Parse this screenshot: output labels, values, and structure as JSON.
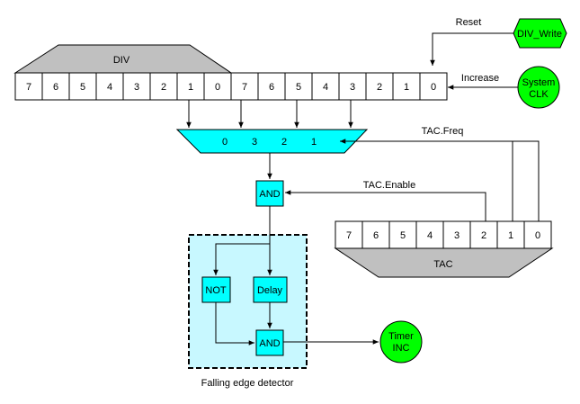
{
  "colors": {
    "cyan": "#00FFFF",
    "green": "#00FF00",
    "gray": "#C0C0C0",
    "detector_bg": "#C8F8FF"
  },
  "div_register": {
    "label": "DIV",
    "bits": [
      "7",
      "6",
      "5",
      "4",
      "3",
      "2",
      "1",
      "0",
      "7",
      "6",
      "5",
      "4",
      "3",
      "2",
      "1",
      "0"
    ]
  },
  "tac_register": {
    "label": "TAC",
    "bits": [
      "7",
      "6",
      "5",
      "4",
      "3",
      "2",
      "1",
      "0"
    ]
  },
  "mux": {
    "inputs": [
      "0",
      "3",
      "2",
      "1"
    ]
  },
  "signals": {
    "reset": "Reset",
    "increase": "Increase",
    "tac_freq": "TAC.Freq",
    "tac_enable": "TAC.Enable"
  },
  "nodes": {
    "div_write": "DIV_Write",
    "system_clk_line1": "System",
    "system_clk_line2": "CLK",
    "and_gate_1": "AND",
    "not_gate": "NOT",
    "delay": "Delay",
    "and_gate_2": "AND",
    "timer_inc_line1": "Timer",
    "timer_inc_line2": "INC"
  },
  "detector": {
    "caption": "Falling edge detector"
  }
}
